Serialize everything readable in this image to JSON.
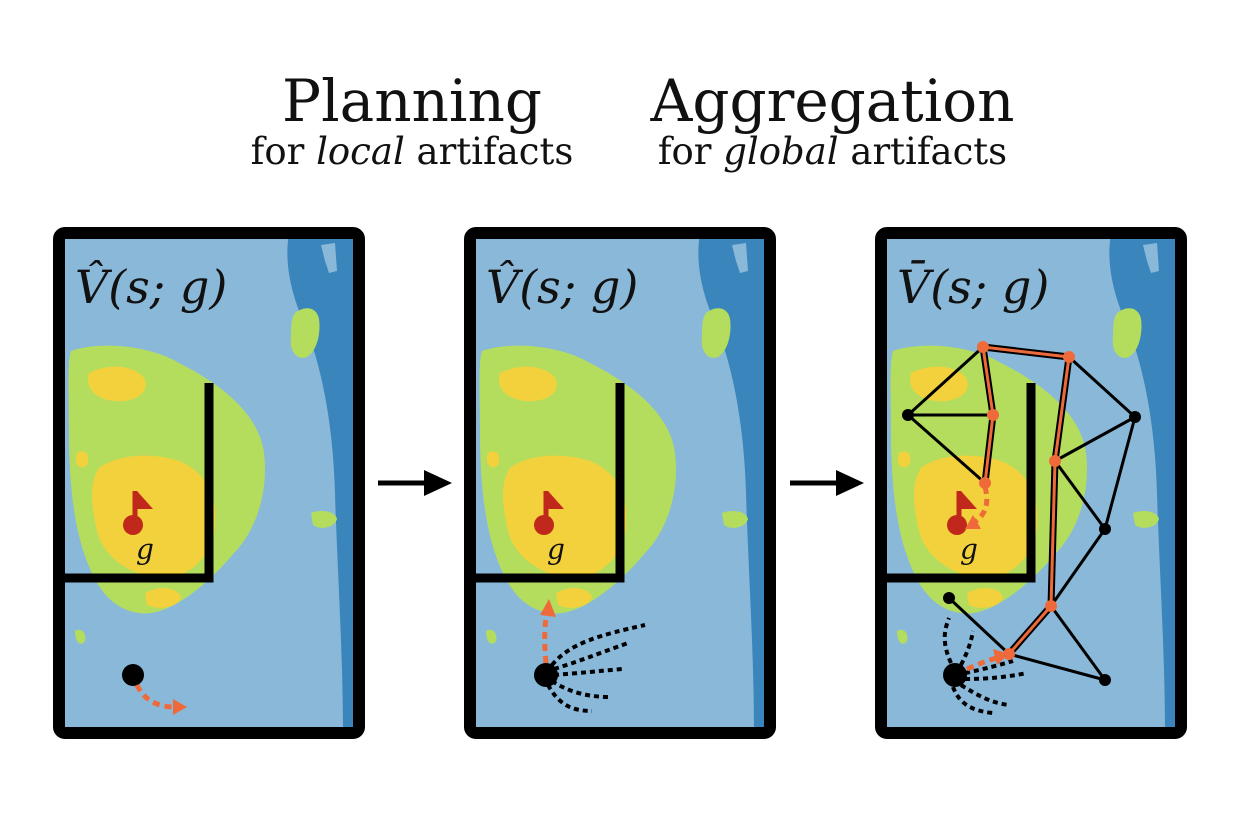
{
  "headings": {
    "planning": {
      "title": "Planning",
      "pre": "for ",
      "em": "local",
      "post": " artifacts"
    },
    "aggregation": {
      "title": "Aggregation",
      "pre": "for ",
      "em": "global",
      "post": " artifacts"
    }
  },
  "panels": [
    {
      "value_label": "V̂(s; g)",
      "goal_label": "g"
    },
    {
      "value_label": "V̂(s; g)",
      "goal_label": "g"
    },
    {
      "value_label": "V̄(s; g)",
      "goal_label": "g"
    }
  ],
  "colors": {
    "border": "#000000",
    "deep_water": "#3a85bb",
    "water": "#8ab8d9",
    "green": "#b4dd5e",
    "yellow": "#f3d13c",
    "goal": "#c0281c",
    "path": "#ef6a3a",
    "node": "#000000"
  }
}
